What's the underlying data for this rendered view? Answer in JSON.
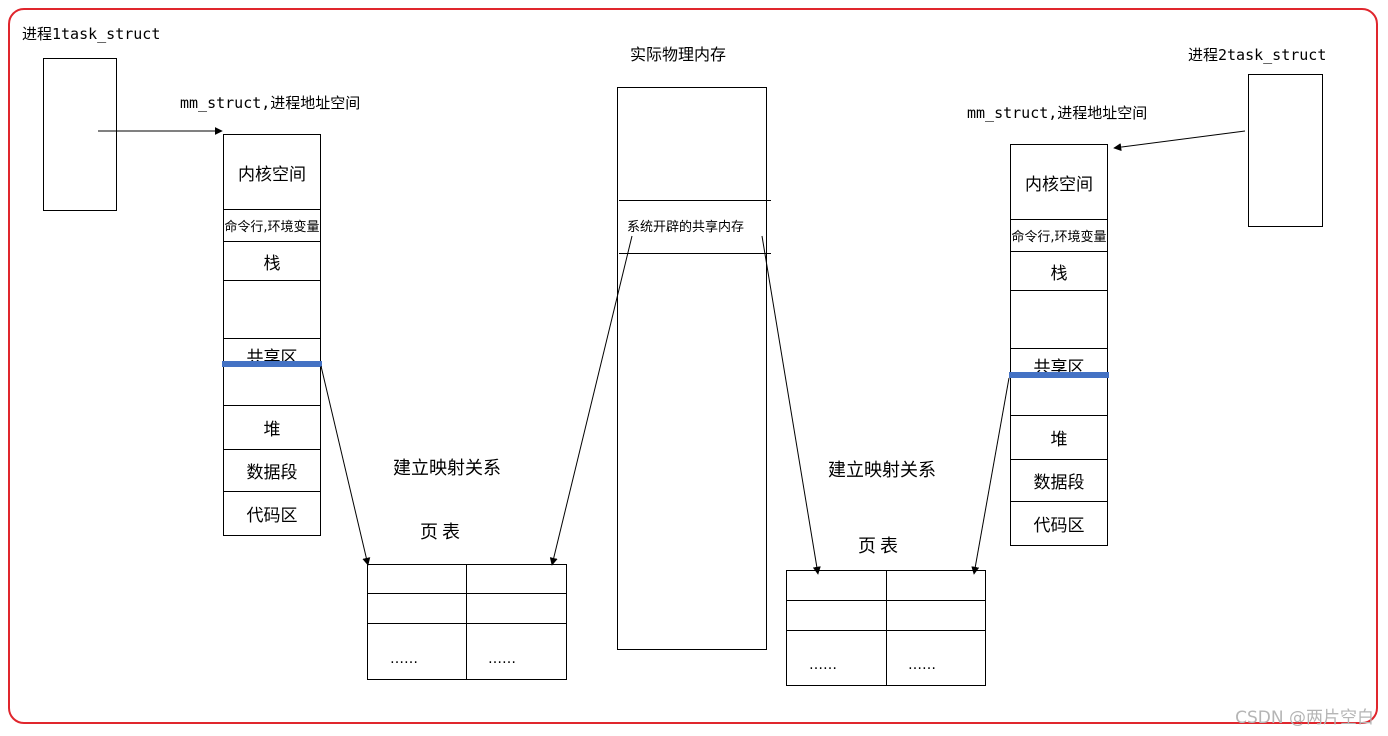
{
  "labels": {
    "process1": "进程1task_struct",
    "process2": "进程2task_struct",
    "mm1": "mm_struct,进程地址空间",
    "mm2": "mm_struct,进程地址空间",
    "physical_memory": "实际物理内存",
    "shared_memory": "系统开辟的共享内存",
    "mapping_left": "建立映射关系",
    "mapping_right": "建立映射关系",
    "page_table_left": "页表",
    "page_table_right": "页表",
    "watermark": "CSDN @两片空白"
  },
  "address_space_left": {
    "kernel": "内核空间",
    "cmdline_env": "命令行,环境变量",
    "stack": "栈",
    "shared": "共享区",
    "heap": "堆",
    "data": "数据段",
    "code": "代码区"
  },
  "address_space_right": {
    "kernel": "内核空间",
    "cmdline_env": "命令行,环境变量",
    "stack": "栈",
    "shared": "共享区",
    "heap": "堆",
    "data": "数据段",
    "code": "代码区"
  },
  "page_table_left_cells": {
    "dots_1": "……",
    "dots_2": "……"
  },
  "page_table_right_cells": {
    "dots_1": "……",
    "dots_2": "……"
  },
  "colors": {
    "frame": "#e0262d",
    "shared_bar": "#4472c4",
    "watermark": "#b5b5b5"
  }
}
